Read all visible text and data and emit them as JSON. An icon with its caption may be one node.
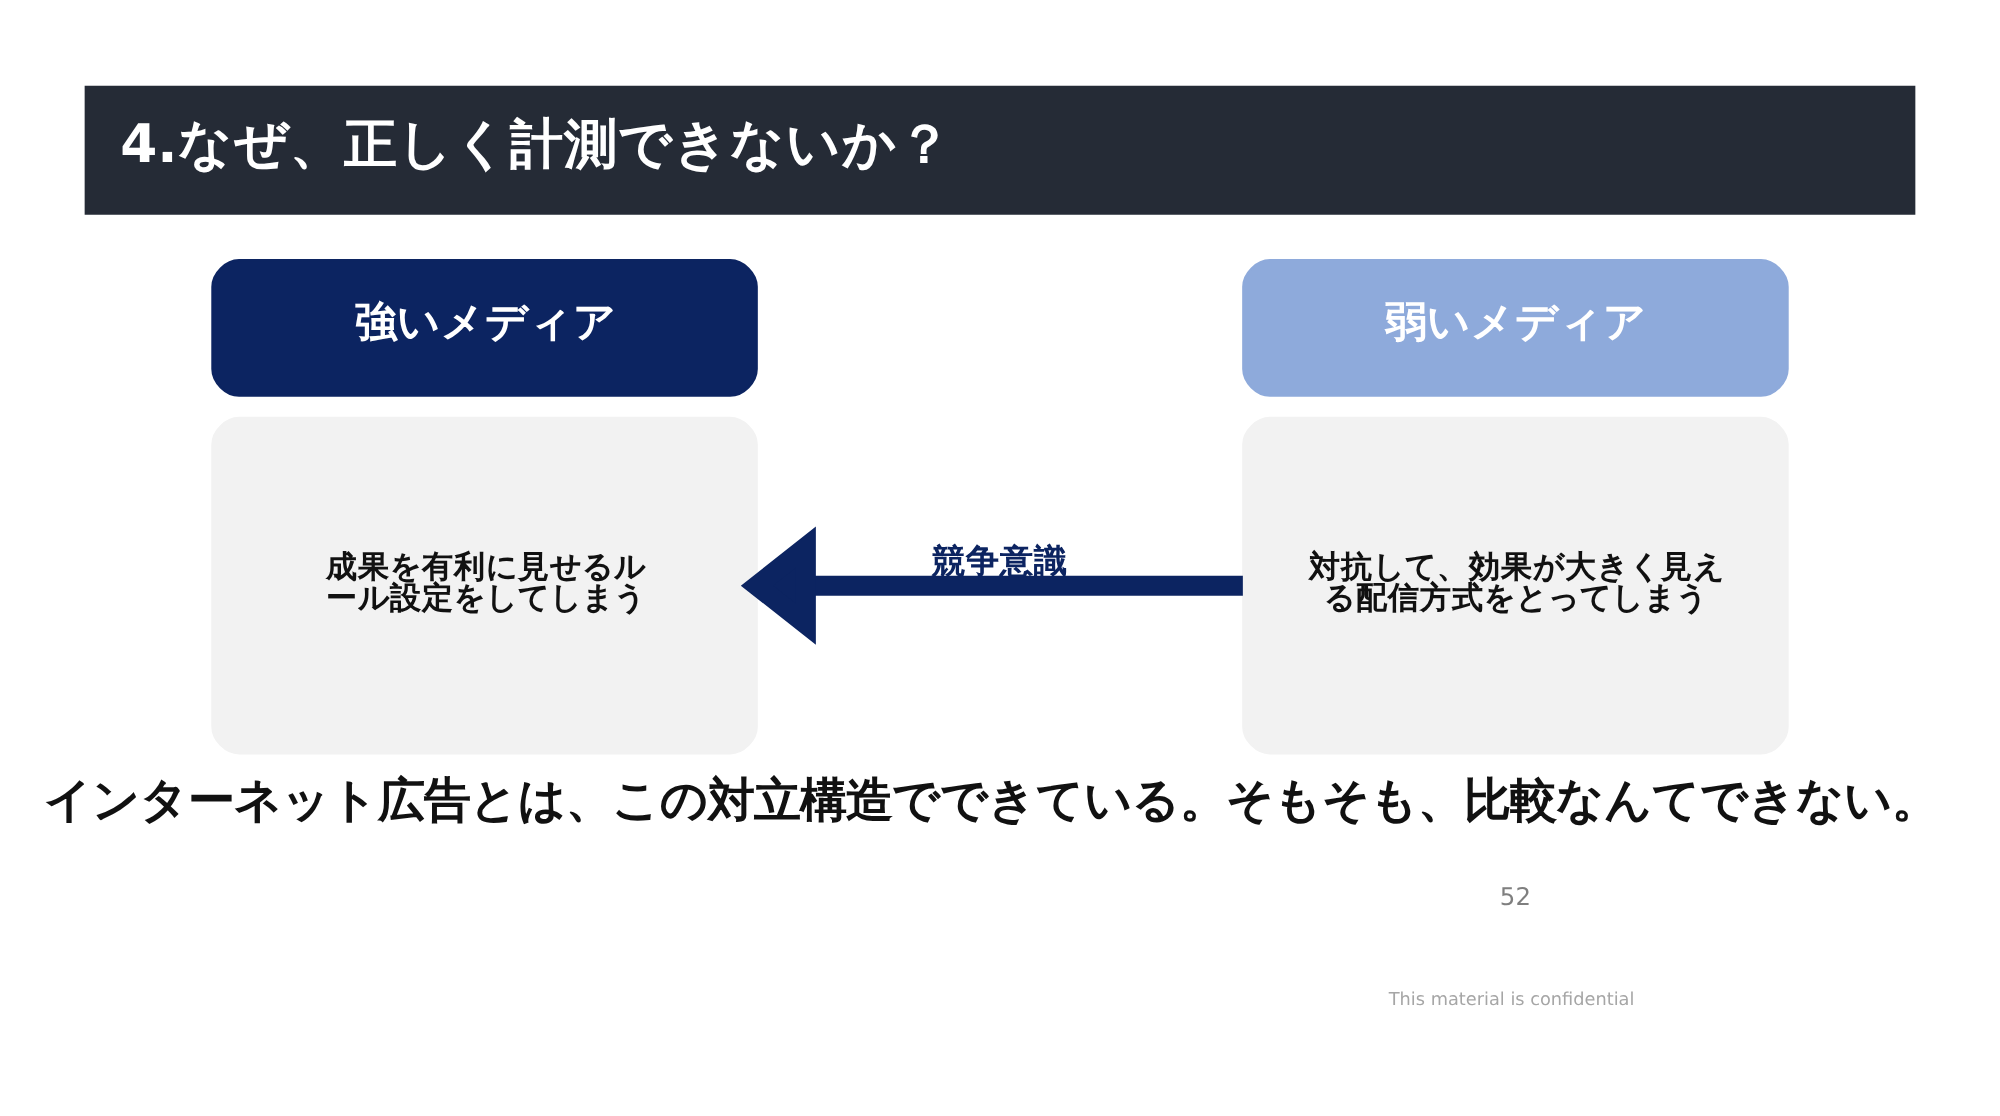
{
  "diagram": {
    "title": "4.なぜ、正しく計測できないか？",
    "caption": "インターネット広告とは、この対立構造でできている。そもそも、比較なんてできない。",
    "nodes": [
      {
        "text": [
          "強いメディア"
        ]
      },
      {
        "text": [
          "成果を有利に見せるルール設定をしてしまう"
        ]
      },
      {
        "text": [
          "弱いメディア"
        ]
      },
      {
        "text": [
          "対抗して、効果が大きく見える配信方式をとってしまう"
        ]
      }
    ],
    "edges": [
      {
        "from": 3,
        "to": 1,
        "arrow": "to",
        "label": "競争意識",
        "color": "#0c2461"
      }
    ],
    "labels": [
      "This material is confidential",
      "52"
    ]
  }
}
